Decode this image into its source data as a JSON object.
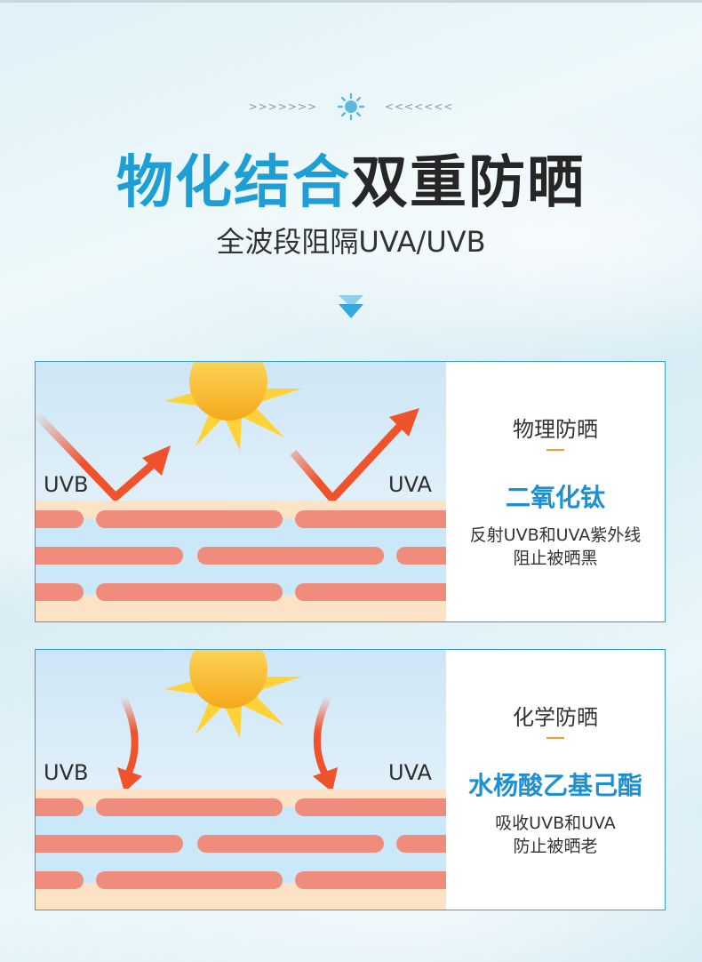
{
  "header": {
    "deco_left": ">>>>>>>",
    "deco_right": "<<<<<<<",
    "deco_icon": "sun-icon",
    "title_blue": "物化结合",
    "title_dark": "双重防晒",
    "subtitle": "全波段阻隔UVA/UVB",
    "chevron_icon": "chevron-down-icon"
  },
  "colors": {
    "accent_blue": "#1d9fd6",
    "title_dark": "#262626",
    "arrow_red": "#f0522b",
    "skin_cell": "#f08c7c",
    "skin_base": "#fde3c6",
    "dash_orange": "#f29d2c",
    "border_blue": "#3a9dc8"
  },
  "panels": [
    {
      "category": "物理防晒",
      "ingredient": "二氧化钛",
      "description_lines": [
        "反射UVB和UVA紫外线",
        "阻止被晒黑"
      ],
      "left_label": "UVB",
      "right_label": "UVA",
      "illustration": "reflection"
    },
    {
      "category": "化学防晒",
      "ingredient": "水杨酸乙基己酯",
      "description_lines": [
        "吸收UVB和UVA",
        "防止被晒老"
      ],
      "left_label": "UVB",
      "right_label": "UVA",
      "illustration": "absorption"
    }
  ]
}
